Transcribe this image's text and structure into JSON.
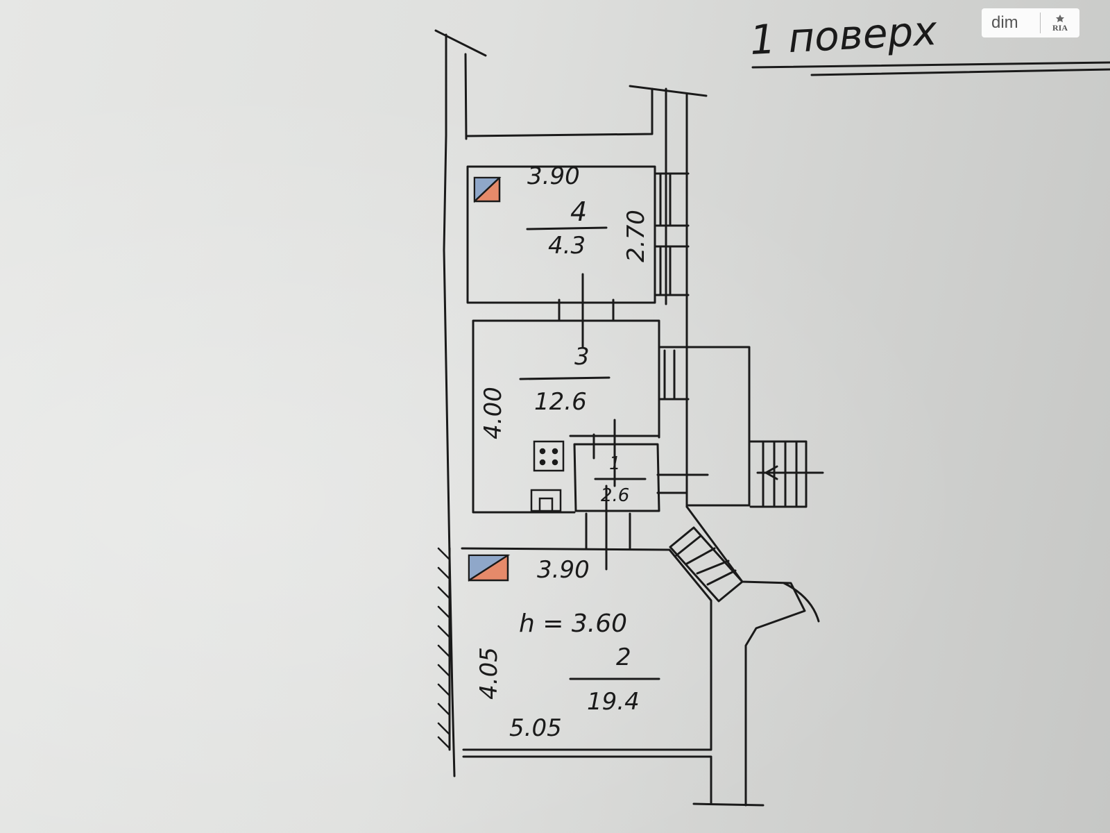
{
  "header": {
    "floor_label": "1 поверх"
  },
  "watermark": {
    "brand": "dim",
    "logo": "RIA"
  },
  "rooms": [
    {
      "number": "4",
      "area": "4.3",
      "dim_top": "3.90",
      "dim_side": "2.70"
    },
    {
      "number": "3",
      "area": "12.6",
      "dim_side": "4.00"
    },
    {
      "number": "1",
      "area": "2.6"
    },
    {
      "number": "2",
      "area": "19.4",
      "dim_top": "3.90",
      "dim_side": "4.05",
      "dim_bottom": "5.05",
      "height": "h = 3.60"
    }
  ],
  "colors": {
    "ink": "#1a1a1a",
    "flue_orange": "#e58a6a",
    "flue_blue": "#8fa7c9"
  },
  "icons": [
    "stove-icon",
    "sink-icon",
    "flue-icon",
    "entry-arrow-icon"
  ]
}
